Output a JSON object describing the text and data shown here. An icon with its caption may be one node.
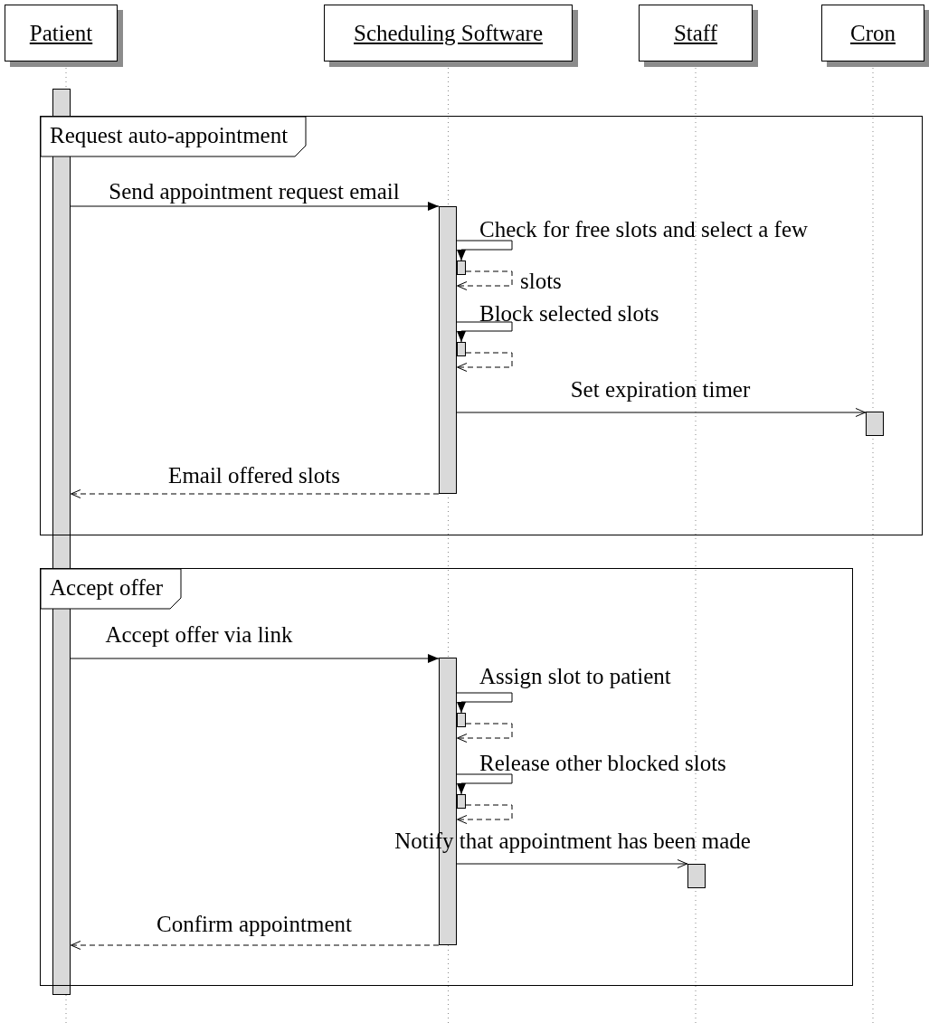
{
  "diagram": {
    "nodes": [
      {
        "text": [
          "Patient"
        ]
      },
      {
        "text": [
          "Scheduling Software"
        ]
      },
      {
        "text": [
          "Staff"
        ]
      },
      {
        "text": [
          "Cron"
        ]
      },
      {
        "text": [
          "Request auto-appointment"
        ]
      },
      {
        "text": [
          "Accept offer"
        ]
      },
      {
        "text": [],
        "shape": "bar"
      },
      {
        "text": [],
        "shape": "bar",
        "in": 4
      },
      {
        "text": [],
        "shape": "bar",
        "in": 4
      },
      {
        "text": [],
        "shape": "bar",
        "in": 4
      },
      {
        "text": [],
        "shape": "bar",
        "in": 4
      },
      {
        "text": [],
        "shape": "bar",
        "in": 5
      },
      {
        "text": [],
        "shape": "bar",
        "in": 5
      },
      {
        "text": [],
        "shape": "bar",
        "in": 5
      },
      {
        "text": [],
        "shape": "bar",
        "in": 5
      }
    ],
    "edges": [
      {
        "from": 6,
        "to": 7,
        "arrow": "to",
        "label": "Send appointment request email"
      },
      {
        "from": 7,
        "to": 8,
        "arrow": "to",
        "label": "Check for free slots and select a few"
      },
      {
        "from": 8,
        "to": 7,
        "arrow": "to",
        "label": "slots",
        "style": "dashed"
      },
      {
        "from": 7,
        "to": 9,
        "arrow": "to",
        "label": "Block selected slots"
      },
      {
        "from": 9,
        "to": 7,
        "arrow": "to",
        "style": "dashed"
      },
      {
        "from": 7,
        "to": 10,
        "arrow": "to",
        "label": "Set expiration timer"
      },
      {
        "from": 7,
        "to": 6,
        "arrow": "to",
        "label": "Email offered slots",
        "style": "dashed"
      },
      {
        "from": 6,
        "to": 11,
        "arrow": "to",
        "label": "Accept offer via link"
      },
      {
        "from": 11,
        "to": 12,
        "arrow": "to",
        "label": "Assign slot to patient"
      },
      {
        "from": 12,
        "to": 11,
        "arrow": "to",
        "style": "dashed"
      },
      {
        "from": 11,
        "to": 13,
        "arrow": "to",
        "label": "Release other blocked slots"
      },
      {
        "from": 13,
        "to": 11,
        "arrow": "to",
        "style": "dashed"
      },
      {
        "from": 11,
        "to": 14,
        "arrow": "to",
        "label": "Notify that appointment has been made"
      },
      {
        "from": 11,
        "to": 6,
        "arrow": "to",
        "label": "Confirm appointment",
        "style": "dashed"
      }
    ]
  }
}
